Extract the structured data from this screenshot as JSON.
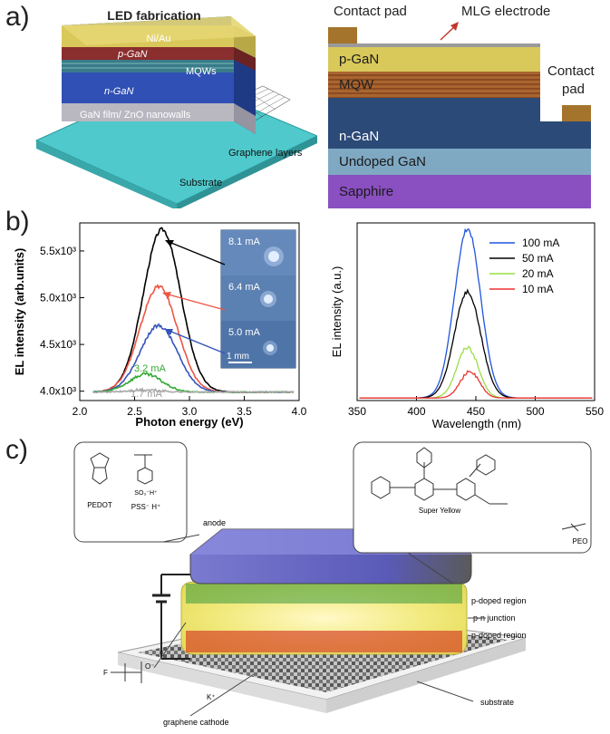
{
  "panels": {
    "a": "a)",
    "b": "b)",
    "c": "c)"
  },
  "panel_a": {
    "left_diagram": {
      "title": "LED fabrication",
      "layers": [
        "Ni/Au",
        "p-GaN",
        "MQWs",
        "n-GaN",
        "GaN film/ ZnO nanowalls"
      ],
      "graphene_label": "Graphene layers",
      "substrate_label": "Substrate"
    },
    "right_diagram": {
      "contact_pad_left": "Contact pad",
      "mlg_label": "MLG electrode",
      "contact_pad_right_1": "Contact",
      "contact_pad_right_2": "pad",
      "layers": [
        "p-GaN",
        "MQW",
        "n-GaN",
        "Undoped GaN",
        "Sapphire"
      ],
      "colors": {
        "pgan": "#d8c95a",
        "mqw": "#a9652f",
        "ngan": "#2c4a77",
        "undoped": "#7fa8c3",
        "sapphire": "#8a4fc0",
        "pad": "#a4742c",
        "mlg": "#9a9a9a"
      }
    }
  },
  "panel_b": {
    "inset": {
      "currents": [
        "8.1 mA",
        "6.4 mA",
        "5.0 mA"
      ],
      "scale": "1 mm"
    },
    "curve_labels": [
      "3.2 mA",
      "1.7 mA"
    ]
  },
  "chart_data": [
    {
      "type": "line",
      "xlabel": "Photon energy (eV)",
      "ylabel": "EL intensity (arb.units)",
      "xlim": [
        2.0,
        4.0
      ],
      "ylim": [
        3.9,
        5.8
      ],
      "xticks": [
        "2.0",
        "2.5",
        "3.0",
        "3.5",
        "4.0"
      ],
      "yticks": [
        "4.0x10³",
        "4.5x10³",
        "5.0x10³",
        "5.5x10³"
      ],
      "ytick_values": [
        4.0,
        4.5,
        5.0,
        5.5
      ],
      "series": [
        {
          "name": "8.1 mA",
          "color": "#000000",
          "peak_x": 2.75,
          "peak_y": 5.73,
          "base": 3.99,
          "width": 0.17
        },
        {
          "name": "6.4 mA",
          "color": "#ee5544",
          "peak_x": 2.72,
          "peak_y": 5.12,
          "base": 3.99,
          "width": 0.17
        },
        {
          "name": "5.0 mA",
          "color": "#3355bb",
          "peak_x": 2.72,
          "peak_y": 4.7,
          "base": 3.99,
          "width": 0.17
        },
        {
          "name": "3.2 mA",
          "color": "#33aa33",
          "peak_x": 2.6,
          "peak_y": 4.18,
          "base": 3.99,
          "width": 0.15
        },
        {
          "name": "1.7 mA",
          "color": "#aaaaaa",
          "peak_x": 2.6,
          "peak_y": 4.01,
          "base": 3.99,
          "width": 0.15
        }
      ]
    },
    {
      "type": "line",
      "xlabel": "Wavelength (nm)",
      "ylabel": "EL intensity (a.u.)",
      "xlim": [
        350,
        550
      ],
      "ylim": [
        0,
        1.05
      ],
      "xticks": [
        "350",
        "400",
        "450",
        "500",
        "550"
      ],
      "legend": "top-right",
      "series": [
        {
          "name": "100 mA",
          "color": "#2255dd",
          "peak_x": 443,
          "peak_y": 1.0,
          "width": 11
        },
        {
          "name": "50 mA",
          "color": "#000000",
          "peak_x": 443,
          "peak_y": 0.63,
          "width": 11
        },
        {
          "name": "20 mA",
          "color": "#99dd44",
          "peak_x": 443,
          "peak_y": 0.3,
          "width": 9
        },
        {
          "name": "10 mA",
          "color": "#ee3333",
          "peak_x": 445,
          "peak_y": 0.16,
          "width": 8
        }
      ]
    }
  ],
  "panel_c": {
    "left_box": {
      "pedot": "PEDOT",
      "pss": "PSS⁻ H⁺",
      "so3": "SO₃⁻H⁺"
    },
    "right_box": {
      "super_yellow": "Super Yellow",
      "peo": "PEO"
    },
    "labels": {
      "anode": "anode",
      "p_doped": "p-doped region",
      "pn_junction": "p-n junction",
      "n_doped": "n-doped region",
      "substrate": "substrate",
      "graphene_cathode": "graphene cathode",
      "k_plus": "K⁺"
    }
  }
}
